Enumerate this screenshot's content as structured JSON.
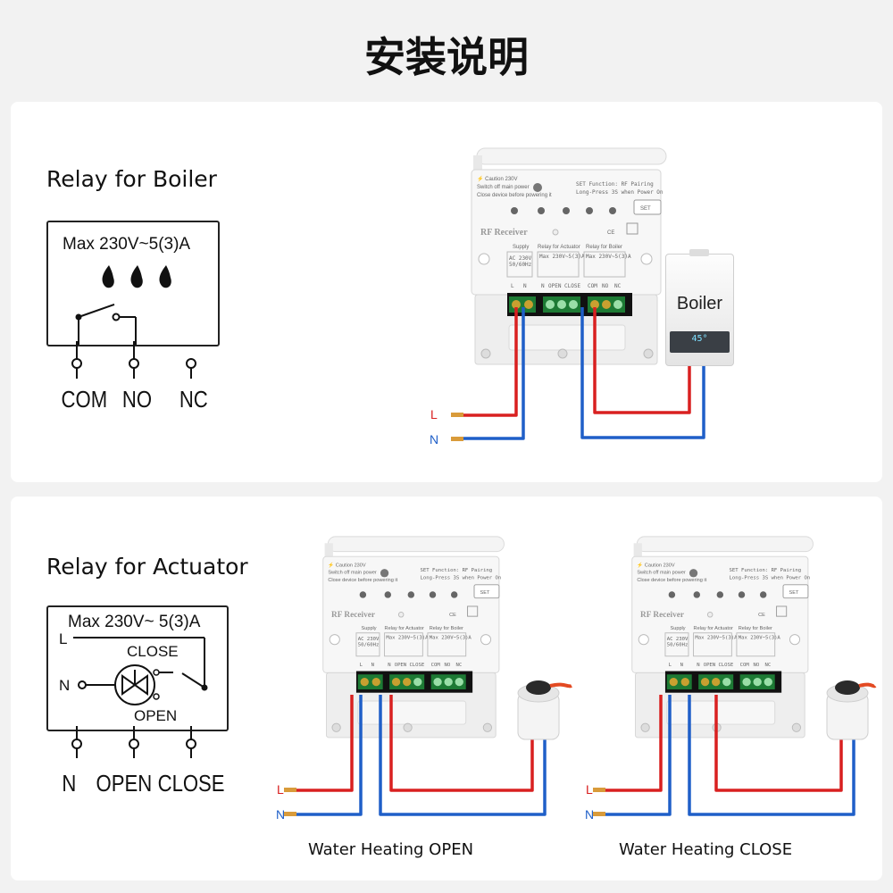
{
  "page": {
    "title": "安装说明"
  },
  "boiler_section": {
    "title": "Relay for Boiler",
    "schematic": {
      "rating": "Max 230V~5(3)A",
      "terminals": [
        "COM",
        "NO",
        "NC"
      ]
    },
    "boiler_label": "Boiler",
    "boiler_display": "45°",
    "wire_labels": {
      "live": "L",
      "neutral": "N"
    }
  },
  "actuator_section": {
    "title": "Relay for Actuator",
    "schematic": {
      "rating": "Max 230V~ 5(3)A",
      "live": "L",
      "neutral": "N",
      "close": "CLOSE",
      "open": "OPEN",
      "terminals": [
        "N",
        "OPEN",
        "CLOSE"
      ]
    },
    "captions": {
      "open": "Water Heating OPEN",
      "close": "Water Heating CLOSE"
    },
    "wire_labels": {
      "live": "L",
      "neutral": "N"
    }
  },
  "receiver": {
    "caution": "Caution 230V",
    "caution_sub1": "Switch off main power",
    "caution_sub2": "Close device before powering it",
    "set_function": "SET Function: RF Pairing",
    "long_press": "Long-Press 3S when Power On",
    "set_button": "SET",
    "brand": "RF Receiver",
    "supply": "Supply",
    "supply_spec1": "AC 230V",
    "supply_spec2": "50/60Hz",
    "relay_actuator": "Relay for Actuator",
    "relay_boiler": "Relay for Boiler",
    "max_rating": "Max 230V~5(3)A",
    "terminal_labels": [
      "L",
      "N",
      "N",
      "OPEN",
      "CLOSE",
      "COM",
      "NO",
      "NC"
    ],
    "ce_mark": "CE"
  },
  "colors": {
    "live_wire": "#d92020",
    "neutral_wire": "#1f5fc8",
    "terminal_green": "#1d7a34",
    "copper": "#d99b3a"
  }
}
